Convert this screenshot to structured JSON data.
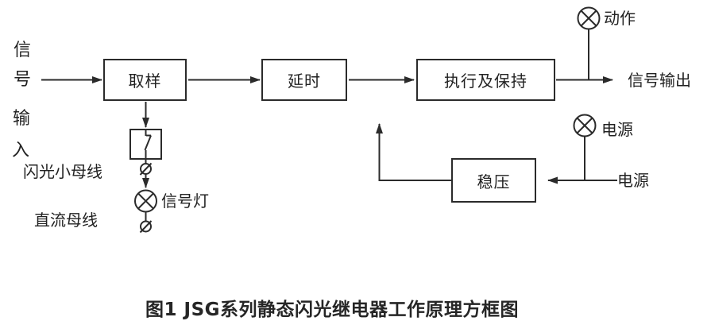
{
  "figure": {
    "left_column": {
      "chars": [
        "信",
        "号",
        "输",
        "入"
      ]
    },
    "boxes": {
      "sampling": "取样",
      "delay": "延时",
      "execute_hold": "执行及保持",
      "regulator": "稳压"
    },
    "labels": {
      "action_lamp": "动作",
      "signal_output": "信号输出",
      "power_lamp": "电源",
      "power_source": "电源",
      "signal_lamp": "信号灯",
      "flash_small_bus": "闪光小母线",
      "dc_bus": "直流母线"
    },
    "caption": "图1  JSG系列静态闪光继电器工作原理方框图",
    "icons": {
      "lamp": "circle-x-lamp",
      "terminal": "slashed-circle-terminal",
      "contact": "switch-contact"
    },
    "colors": {
      "line": "#2b2b2b",
      "text": "#222222",
      "background": "#ffffff"
    }
  }
}
